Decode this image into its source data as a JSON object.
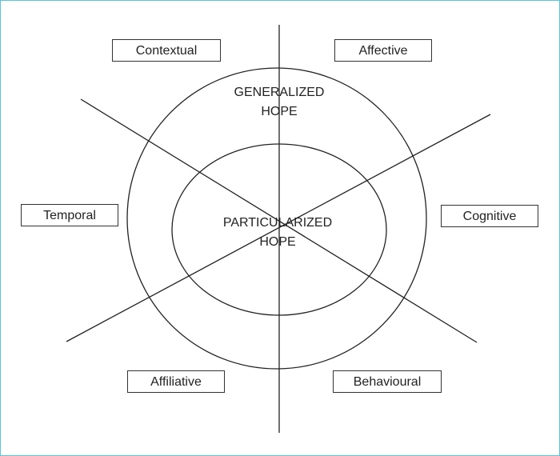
{
  "dimensions": {
    "contextual": "Contextual",
    "affective": "Affective",
    "temporal": "Temporal",
    "cognitive": "Cognitive",
    "affiliative": "Affiliative",
    "behavioural": "Behavioural"
  },
  "outer_ring": {
    "line1": "GENERALIZED",
    "line2": "HOPE"
  },
  "inner_ring": {
    "line1": "PARTICULARIZED",
    "line2": "HOPE"
  },
  "colors": {
    "frame_border": "#5bc8d8",
    "stroke": "#222222"
  }
}
